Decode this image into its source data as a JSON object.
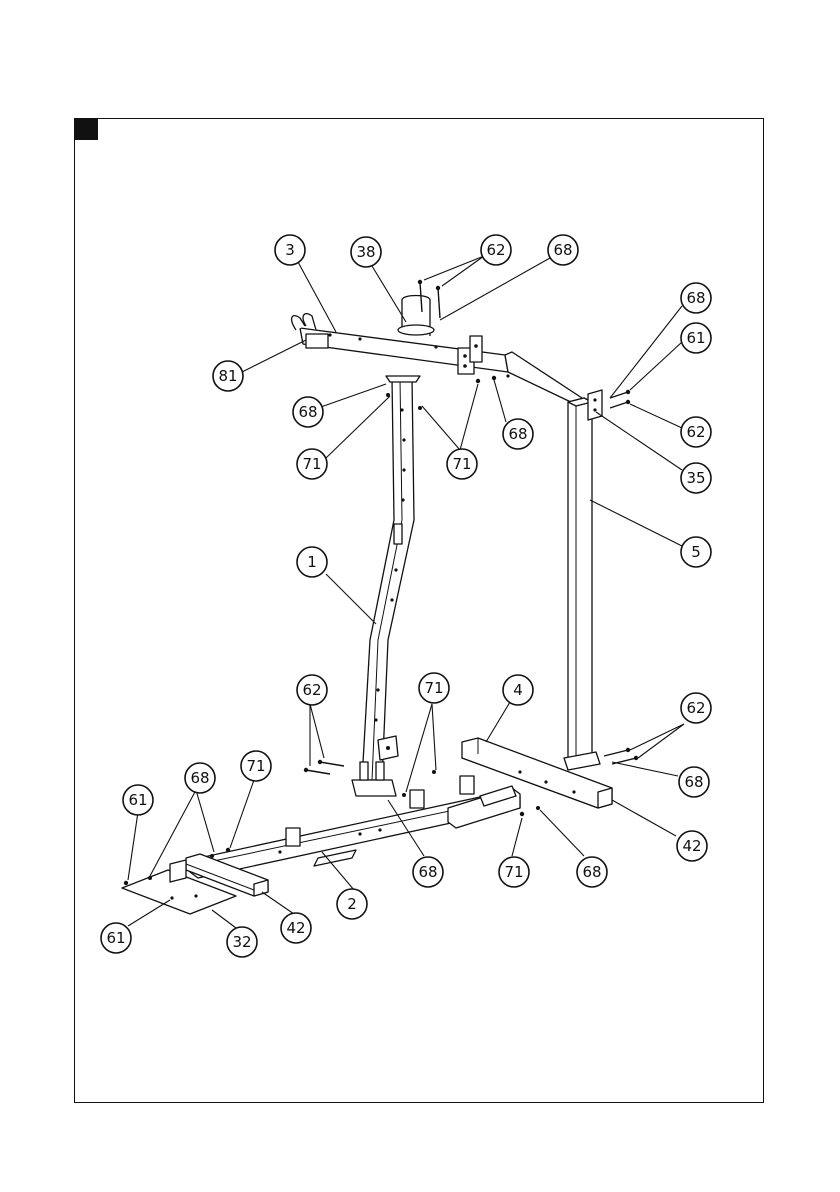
{
  "page": {
    "step_marker": "black-square-step-marker"
  },
  "callouts": [
    {
      "id": "c3",
      "label": "3"
    },
    {
      "id": "c38",
      "label": "38"
    },
    {
      "id": "c62a",
      "label": "62"
    },
    {
      "id": "c68a",
      "label": "68"
    },
    {
      "id": "c68b",
      "label": "68"
    },
    {
      "id": "c61a",
      "label": "61"
    },
    {
      "id": "c81",
      "label": "81"
    },
    {
      "id": "c68c",
      "label": "68"
    },
    {
      "id": "c62b",
      "label": "62"
    },
    {
      "id": "c71a",
      "label": "71"
    },
    {
      "id": "c71b",
      "label": "71"
    },
    {
      "id": "c68d",
      "label": "68"
    },
    {
      "id": "c35",
      "label": "35"
    },
    {
      "id": "c5",
      "label": "5"
    },
    {
      "id": "c1",
      "label": "1"
    },
    {
      "id": "c62c",
      "label": "62"
    },
    {
      "id": "c71c",
      "label": "71"
    },
    {
      "id": "c4",
      "label": "4"
    },
    {
      "id": "c62d",
      "label": "62"
    },
    {
      "id": "c71d",
      "label": "71"
    },
    {
      "id": "c68e",
      "label": "68"
    },
    {
      "id": "c61b",
      "label": "61"
    },
    {
      "id": "c68f",
      "label": "68"
    },
    {
      "id": "c42a",
      "label": "42"
    },
    {
      "id": "c68g",
      "label": "68"
    },
    {
      "id": "c71e",
      "label": "71"
    },
    {
      "id": "c68h",
      "label": "68"
    },
    {
      "id": "c2",
      "label": "2"
    },
    {
      "id": "c42b",
      "label": "42"
    },
    {
      "id": "c61c",
      "label": "61"
    },
    {
      "id": "c32",
      "label": "32"
    }
  ]
}
